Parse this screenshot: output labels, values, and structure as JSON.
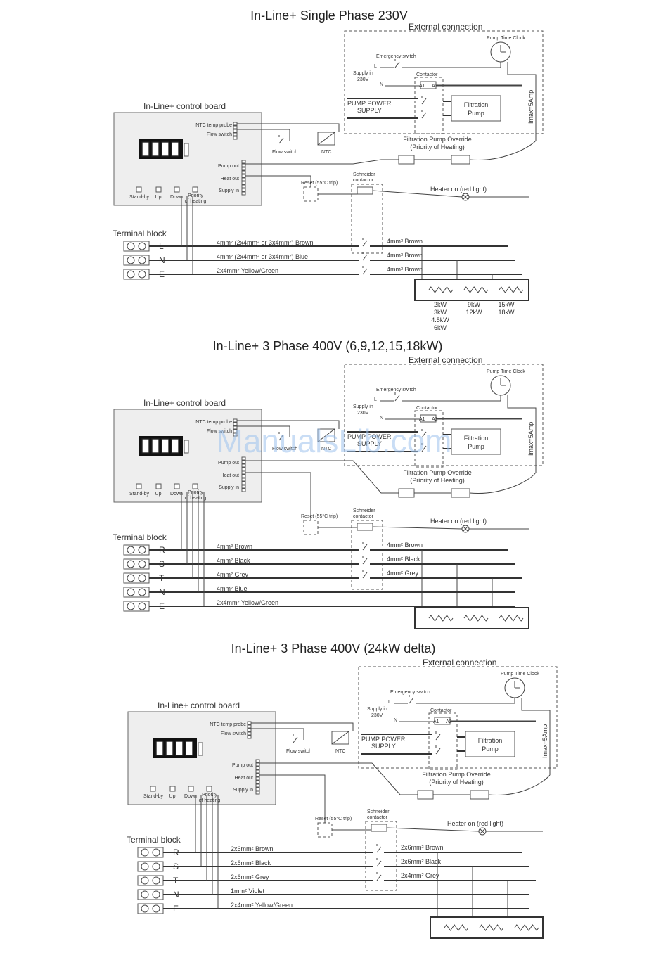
{
  "diagrams": [
    {
      "title": "In-Line+ Single Phase 230V",
      "external": {
        "title": "External connection",
        "pump_clock": "Pump Time Clock",
        "emergency_switch": "Emergency switch",
        "supply_line1": "Supply in",
        "supply_line2": "230V",
        "supply_L": "L",
        "supply_N": "N",
        "contactor": "Contactor",
        "a1": "A1",
        "a2": "A2",
        "pump_power_1": "PUMP POWER",
        "pump_power_2": "SUPPLY",
        "filtration_1": "Filtration",
        "filtration_2": "Pump",
        "imax": "Imax=5Amp"
      },
      "override_1": "Filtration Pump Override",
      "override_2": "(Priority of Heating)",
      "board": {
        "title": "In-Line+ control board",
        "ntc_probe": "NTC temp probe",
        "flow_switch": "Flow switch",
        "pump_out": "Pump out",
        "heat_out": "Heat out",
        "supply_in": "Supply in",
        "btn_standby": "Stand-by",
        "btn_up": "Up",
        "btn_down": "Down",
        "btn_priority_1": "Priority",
        "btn_priority_2": "of heating"
      },
      "flow_switch_label": "Flow switch",
      "ntc_label": "NTC",
      "reset": "Reset (55°C trip)",
      "schneider_1": "Schneider",
      "schneider_2": "contactor",
      "heater_on": "Heater on (red light)",
      "terminal_block": "Terminal block",
      "terminals": [
        "L",
        "N",
        "E"
      ],
      "cables": [
        "4mm² (2x4mm² or 3x4mm²) Brown",
        "4mm² (2x4mm² or 3x4mm²) Blue",
        "2x4mm² Yellow/Green"
      ],
      "contactor_cables": [
        "4mm² Brown",
        "4mm² Brown",
        "4mm² Brown"
      ],
      "power_col1": [
        "2kW",
        "3kW",
        "4.5kW",
        "6kW"
      ],
      "power_col2": [
        "9kW",
        "12kW"
      ],
      "power_col3": [
        "15kW",
        "18kW"
      ]
    },
    {
      "title": "In-Line+ 3 Phase 400V (6,9,12,15,18kW)",
      "external": {
        "title": "External connection",
        "pump_clock": "Pump Time Clock",
        "emergency_switch": "Emergency switch",
        "supply_line1": "Supply in",
        "supply_line2": "230V",
        "supply_L": "L",
        "supply_N": "N",
        "contactor": "Contactor",
        "a1": "A1",
        "a2": "A2",
        "pump_power_1": "PUMP POWER",
        "pump_power_2": "SUPPLY",
        "filtration_1": "Filtration",
        "filtration_2": "Pump",
        "imax": "Imax=5Amp"
      },
      "override_1": "Filtration Pump Override",
      "override_2": "(Priority of Heating)",
      "board": {
        "title": "In-Line+ control board",
        "ntc_probe": "NTC temp probe",
        "flow_switch": "Flow switch",
        "pump_out": "Pump out",
        "heat_out": "Heat out",
        "supply_in": "Supply in",
        "btn_standby": "Stand-by",
        "btn_up": "Up",
        "btn_down": "Down",
        "btn_priority_1": "Priority",
        "btn_priority_2": "of heating"
      },
      "flow_switch_label": "Flow switch",
      "ntc_label": "NTC",
      "reset": "Reset (55°C trip)",
      "schneider_1": "Schneider",
      "schneider_2": "contactor",
      "heater_on": "Heater on (red light)",
      "terminal_block": "Terminal block",
      "terminals": [
        "R",
        "S",
        "T",
        "N",
        "E"
      ],
      "cables": [
        "4mm² Brown",
        "4mm² Black",
        "4mm² Grey",
        "4mm² Blue",
        "2x4mm² Yellow/Green"
      ],
      "contactor_cables": [
        "4mm² Brown",
        "4mm² Black",
        "4mm² Grey"
      ]
    },
    {
      "title": "In-Line+ 3 Phase 400V (24kW delta)",
      "external": {
        "title": "External connection",
        "pump_clock": "Pump Time Clock",
        "emergency_switch": "Emergency switch",
        "supply_line1": "Supply in",
        "supply_line2": "230V",
        "supply_L": "L",
        "supply_N": "N",
        "contactor": "Contactor",
        "a1": "A1",
        "a2": "A2",
        "pump_power_1": "PUMP POWER",
        "pump_power_2": "SUPPLY",
        "filtration_1": "Filtration",
        "filtration_2": "Pump",
        "imax": "Imax=5Amp"
      },
      "override_1": "Filtration Pump Override",
      "override_2": "(Priority of Heating)",
      "board": {
        "title": "In-Line+ control board",
        "ntc_probe": "NTC temp probe",
        "flow_switch": "Flow switch",
        "pump_out": "Pump out",
        "heat_out": "Heat out",
        "supply_in": "Supply in",
        "btn_standby": "Stand-by",
        "btn_up": "Up",
        "btn_down": "Down",
        "btn_priority_1": "Priority",
        "btn_priority_2": "of heating"
      },
      "flow_switch_label": "Flow switch",
      "ntc_label": "NTC",
      "reset": "Reset (55°C trip)",
      "schneider_1": "Schneider",
      "schneider_2": "contactor",
      "heater_on": "Heater on (red light)",
      "terminal_block": "Terminal block",
      "terminals": [
        "R",
        "S",
        "T",
        "N",
        "E"
      ],
      "cables": [
        "2x6mm² Brown",
        "2x6mm² Black",
        "2x6mm² Grey",
        "1mm² Violet",
        "2x4mm² Yellow/Green"
      ],
      "contactor_cables": [
        "2x6mm² Brown",
        "2x6mm² Black",
        "2x4mm² Grey"
      ]
    }
  ],
  "watermark": "ManualsLib.com"
}
